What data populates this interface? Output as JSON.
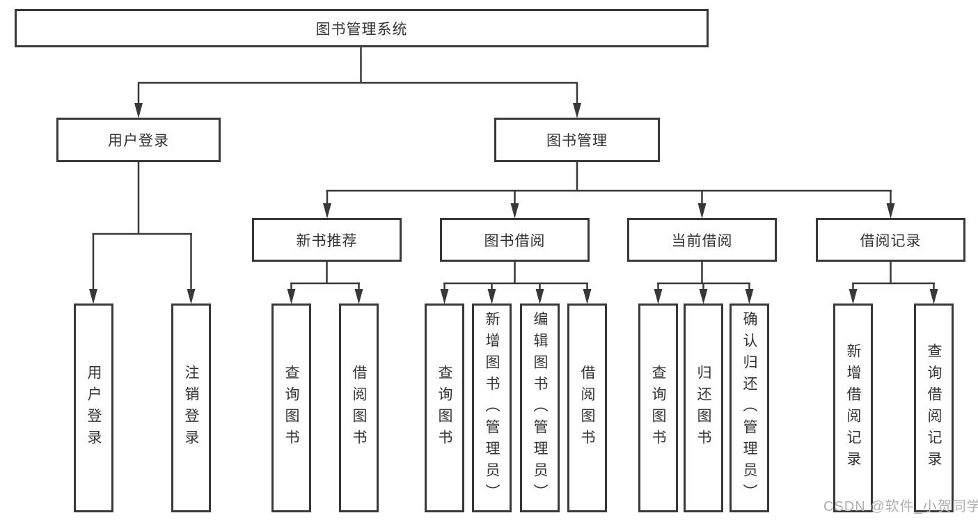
{
  "tree": {
    "label": "图书管理系统",
    "children": [
      {
        "label": "用户登录",
        "children": [
          {
            "label": "用户登录"
          },
          {
            "label": "注销登录"
          }
        ]
      },
      {
        "label": "图书管理",
        "children": [
          {
            "label": "新书推荐",
            "children": [
              {
                "label": "查询图书"
              },
              {
                "label": "借阅图书"
              }
            ]
          },
          {
            "label": "图书借阅",
            "children": [
              {
                "label": "查询图书"
              },
              {
                "label": "新增图书（管理员）"
              },
              {
                "label": "编辑图书（管理员）"
              },
              {
                "label": "借阅图书"
              }
            ]
          },
          {
            "label": "当前借阅",
            "children": [
              {
                "label": "查询图书"
              },
              {
                "label": "归还图书"
              },
              {
                "label": "确认归还（管理员）"
              }
            ]
          },
          {
            "label": "借阅记录",
            "children": [
              {
                "label": "新增借阅记录"
              },
              {
                "label": "查询借阅记录"
              }
            ]
          }
        ]
      }
    ]
  },
  "watermark": {
    "text": "CSDN @软件_小贺同学"
  },
  "colors": {
    "line": "#383838",
    "text": "#333333",
    "background": "#ffffff",
    "watermark": "#b0b0b0"
  }
}
